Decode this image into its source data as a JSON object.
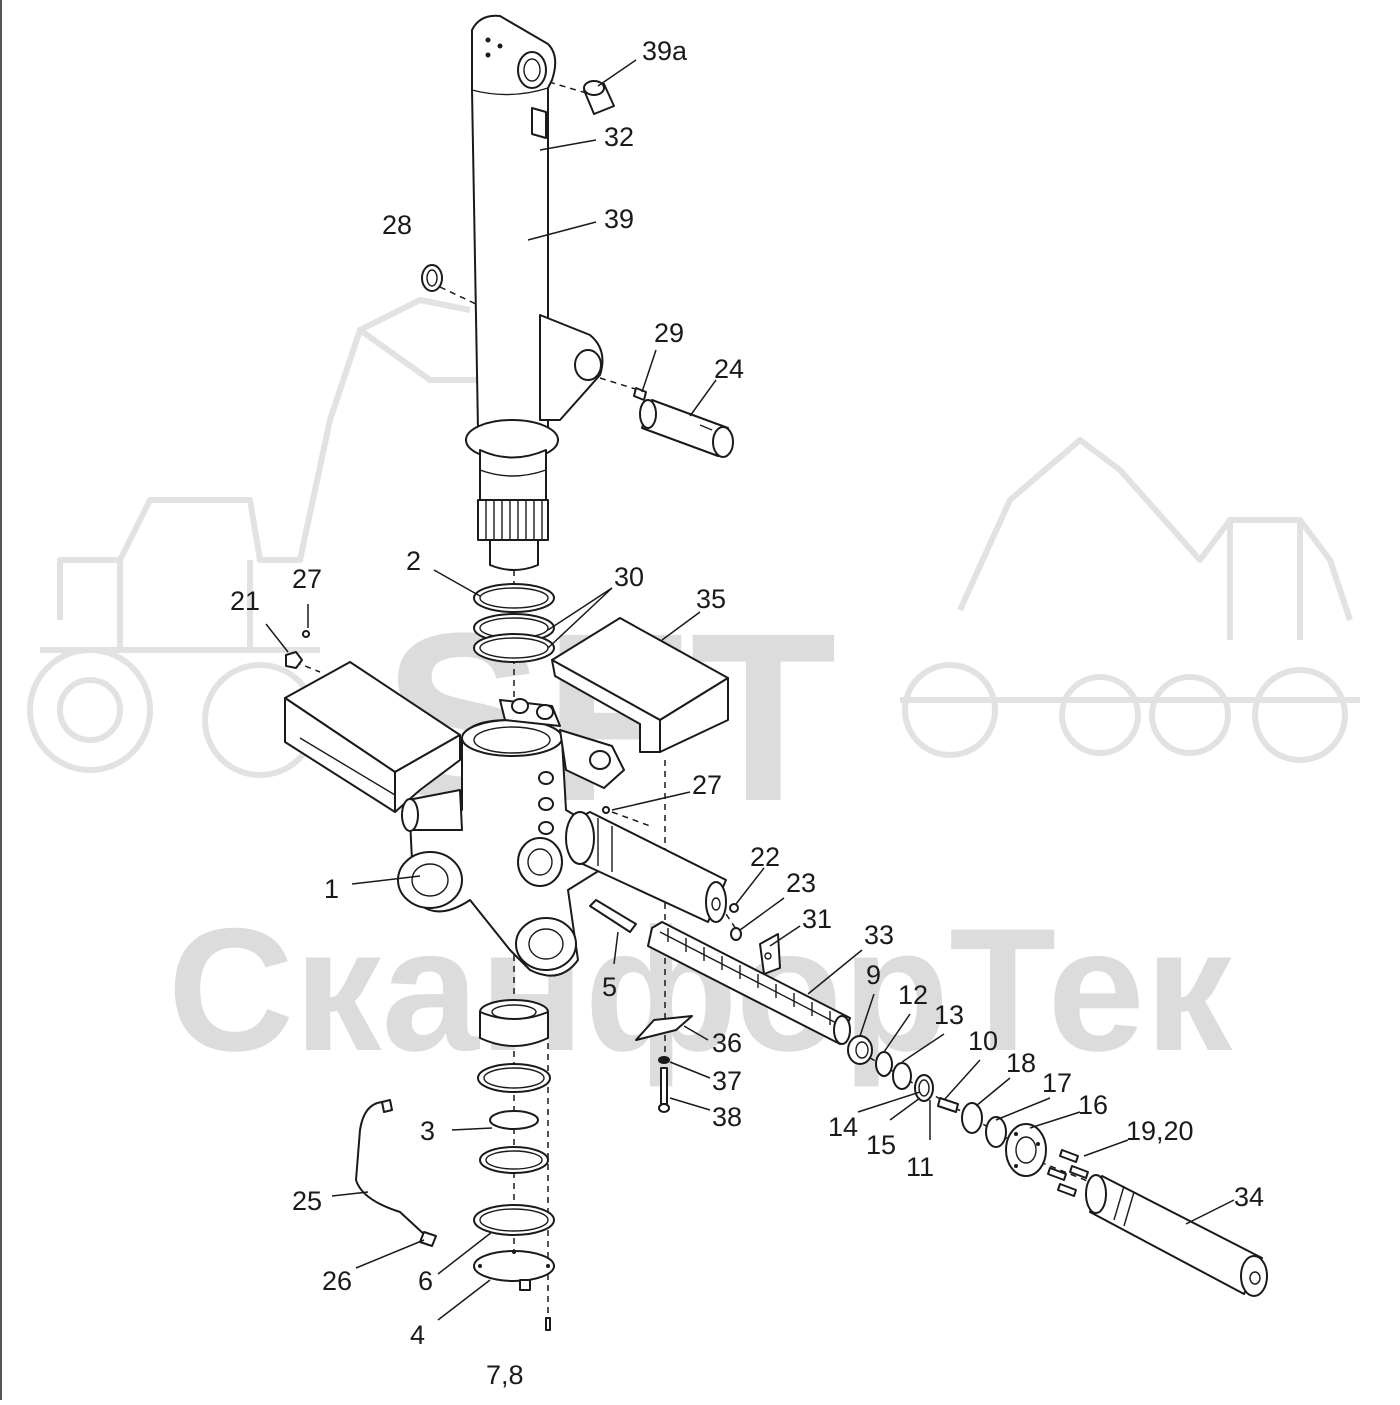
{
  "watermark": {
    "logo_text": "SFT",
    "company_text": "СканфорТек"
  },
  "labels": [
    {
      "id": "1",
      "text": "1"
    },
    {
      "id": "2",
      "text": "2"
    },
    {
      "id": "3",
      "text": "3"
    },
    {
      "id": "4",
      "text": "4"
    },
    {
      "id": "5",
      "text": "5"
    },
    {
      "id": "6",
      "text": "6"
    },
    {
      "id": "7-8",
      "text": "7,8"
    },
    {
      "id": "9",
      "text": "9"
    },
    {
      "id": "10",
      "text": "10"
    },
    {
      "id": "11",
      "text": "11"
    },
    {
      "id": "12",
      "text": "12"
    },
    {
      "id": "13",
      "text": "13"
    },
    {
      "id": "14",
      "text": "14"
    },
    {
      "id": "15",
      "text": "15"
    },
    {
      "id": "16",
      "text": "16"
    },
    {
      "id": "17",
      "text": "17"
    },
    {
      "id": "18",
      "text": "18"
    },
    {
      "id": "19-20",
      "text": "19,20"
    },
    {
      "id": "21",
      "text": "21"
    },
    {
      "id": "22",
      "text": "22"
    },
    {
      "id": "23",
      "text": "23"
    },
    {
      "id": "24",
      "text": "24"
    },
    {
      "id": "25",
      "text": "25"
    },
    {
      "id": "26",
      "text": "26"
    },
    {
      "id": "27-top",
      "text": "27"
    },
    {
      "id": "27-mid",
      "text": "27"
    },
    {
      "id": "28",
      "text": "28"
    },
    {
      "id": "29",
      "text": "29"
    },
    {
      "id": "30",
      "text": "30"
    },
    {
      "id": "31",
      "text": "31"
    },
    {
      "id": "32",
      "text": "32"
    },
    {
      "id": "33",
      "text": "33"
    },
    {
      "id": "34",
      "text": "34"
    },
    {
      "id": "35",
      "text": "35"
    },
    {
      "id": "36",
      "text": "36"
    },
    {
      "id": "37",
      "text": "37"
    },
    {
      "id": "38",
      "text": "38"
    },
    {
      "id": "39",
      "text": "39"
    },
    {
      "id": "39a",
      "text": "39a"
    }
  ]
}
